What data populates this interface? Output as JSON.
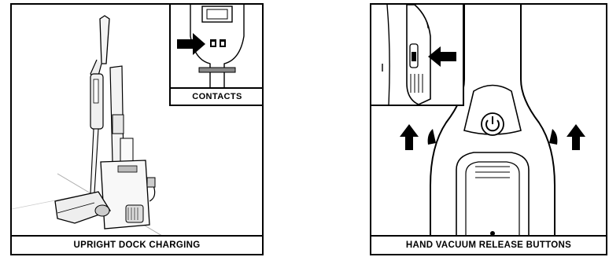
{
  "left_panel": {
    "caption": "UPRIGHT DOCK CHARGING",
    "inset_caption": "CONTACTS"
  },
  "right_panel": {
    "caption": "HAND VACUUM RELEASE BUTTONS"
  },
  "colors": {
    "line": "#000000",
    "background": "#ffffff",
    "shade": "#888888"
  }
}
